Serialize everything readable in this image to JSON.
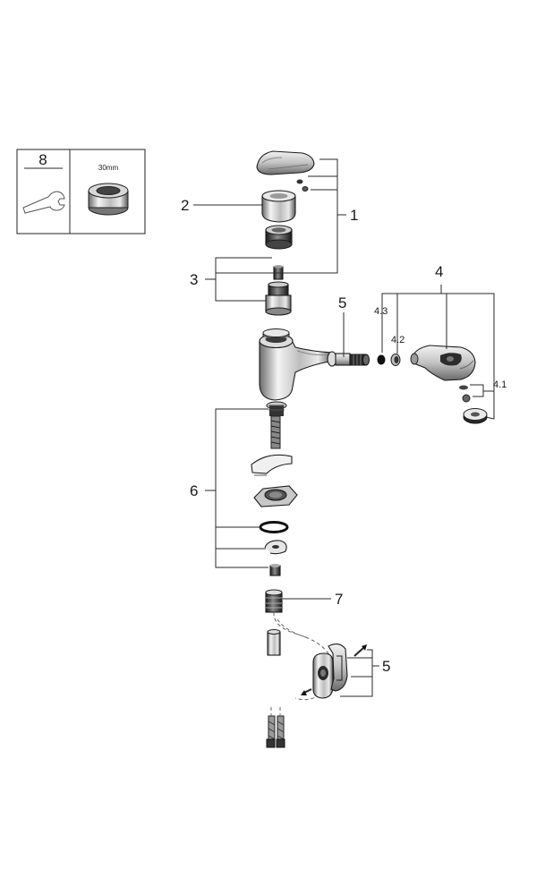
{
  "tool_box": {
    "tool_number": "8",
    "nut_size": "30mm"
  },
  "callouts": {
    "handle_set": "1",
    "handle_cap": "2",
    "cartridge_parts": "3",
    "spray_head": "4",
    "spray_head_aerator": "4.1",
    "spray_head_seal": "4.2",
    "spray_head_filter": "4.3",
    "hose": "5",
    "mounting_kit": "6",
    "connector": "7",
    "weight_clip": "5"
  },
  "colors": {
    "line": "#1c1c1c",
    "chrome_light": "#f4f4f4",
    "chrome_mid": "#b9b9b9",
    "chrome_dark": "#3a3a3a"
  }
}
